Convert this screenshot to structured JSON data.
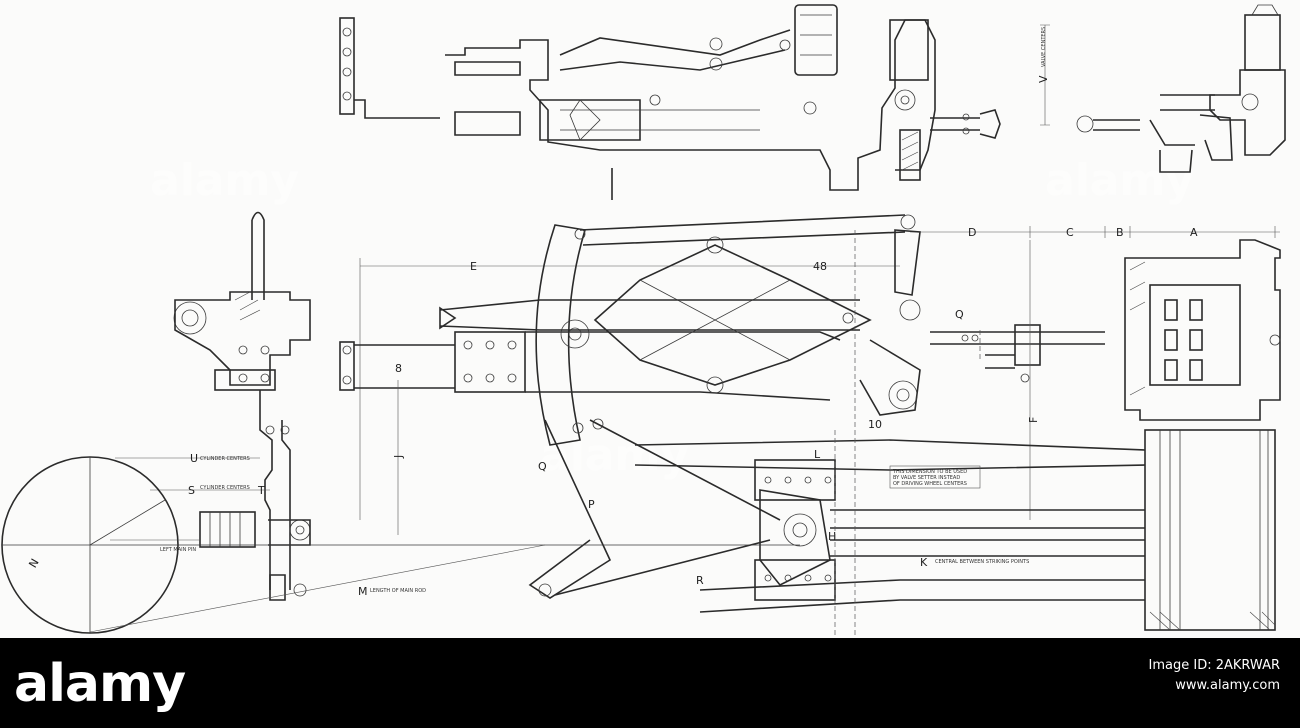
{
  "drawing": {
    "watermark_text": "alamy",
    "dimension_labels": {
      "A": "A",
      "B": "B",
      "C": "C",
      "D": "D",
      "E": "E",
      "F": "F",
      "H": "H",
      "J": "J",
      "K": "K",
      "L": "L",
      "M": "M",
      "P": "P",
      "Q": "Q",
      "R": "R",
      "S": "S",
      "T": "T",
      "U": "U",
      "V": "V",
      "N": "N",
      "d48": "48",
      "d10": "10",
      "d8": "8"
    },
    "captions": {
      "note_line1": "THIS DIMENSION TO BE USED",
      "note_line2": "BY VALVE SETTER INSTEAD",
      "note_line3": "OF DRIVING WHEEL CENTERS",
      "k_caption": "CENTRAL BETWEEN STRIKING POINTS",
      "m_caption": "LENGTH OF MAIN ROD",
      "u_caption": "CYLINDER CENTERS",
      "s_caption": "CYLINDER CENTERS",
      "v_caption": "VALVE CENTERS",
      "axle_caption": "LEFT MAIN PIN"
    }
  },
  "footer": {
    "brand": "alamy",
    "image_id": "Image ID: 2AKRWAR",
    "site": "www.alamy.com"
  }
}
